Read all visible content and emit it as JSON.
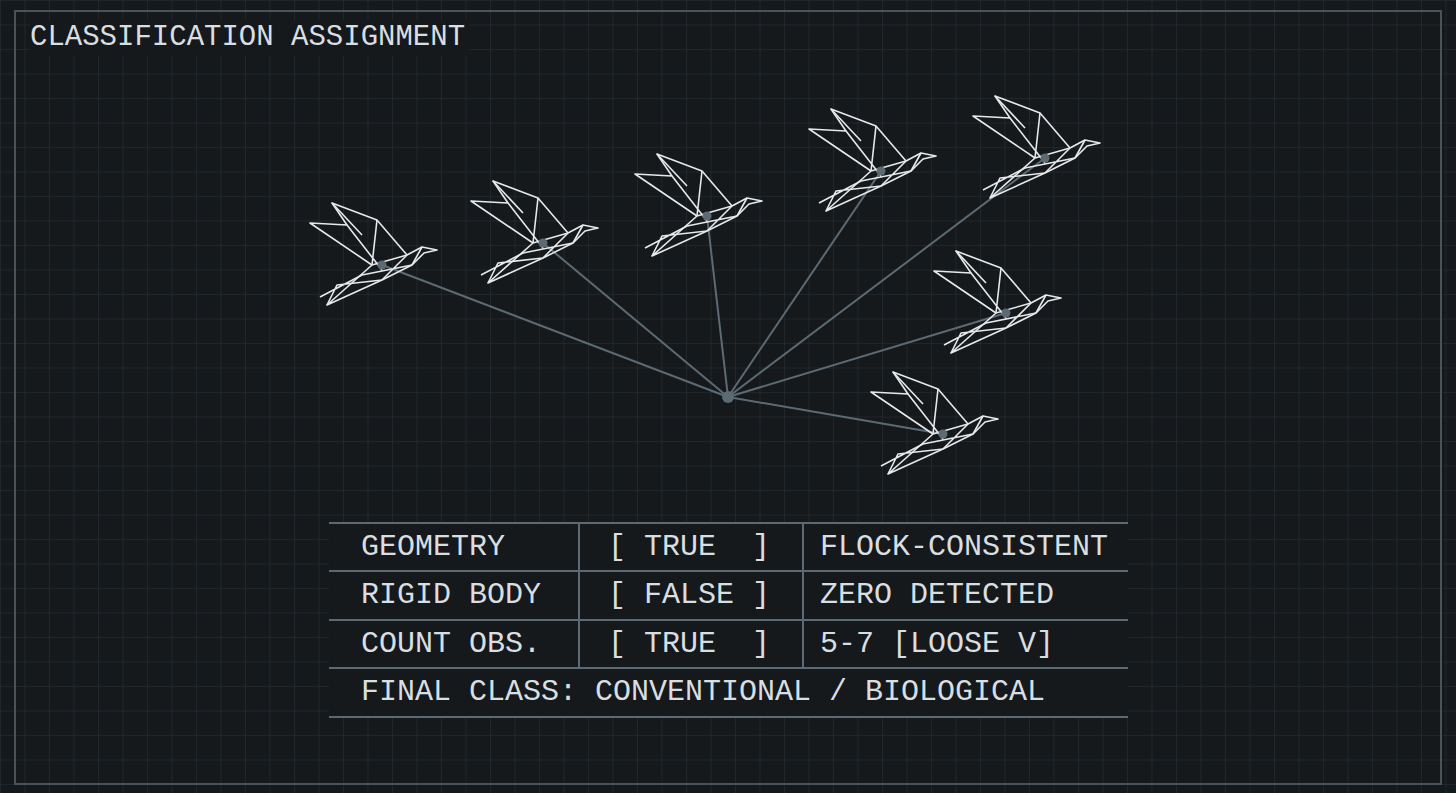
{
  "diagram": {
    "title": "CLASSIFICATION ASSIGNMENT",
    "labels": [
      "GEOMETRY",
      "[ TRUE  ]",
      "FLOCK-CONSISTENT",
      "RIGID BODY",
      "[ FALSE ]",
      "ZERO DETECTED",
      "COUNT OBS.",
      "[ TRUE  ]",
      "5-7 [LOOSE V]",
      "FINAL CLASS: CONVENTIONAL / BIOLOGICAL"
    ]
  }
}
